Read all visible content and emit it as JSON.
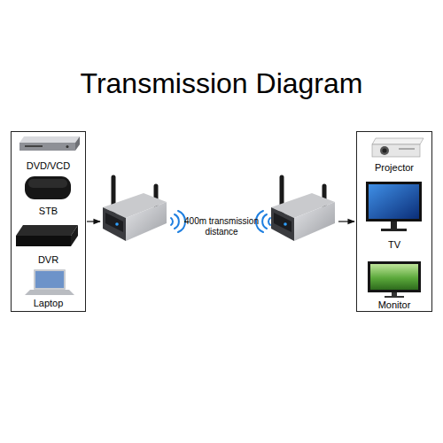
{
  "diagram": {
    "title": "Transmission Diagram",
    "nodes": [
      {
        "text": [
          "DVD/VCD",
          "STB",
          "DVR",
          "Laptop"
        ]
      },
      {
        "text": [
          "Projector",
          "TV",
          "Monitor"
        ]
      }
    ],
    "labels": [
      "400m transmission distance"
    ]
  }
}
